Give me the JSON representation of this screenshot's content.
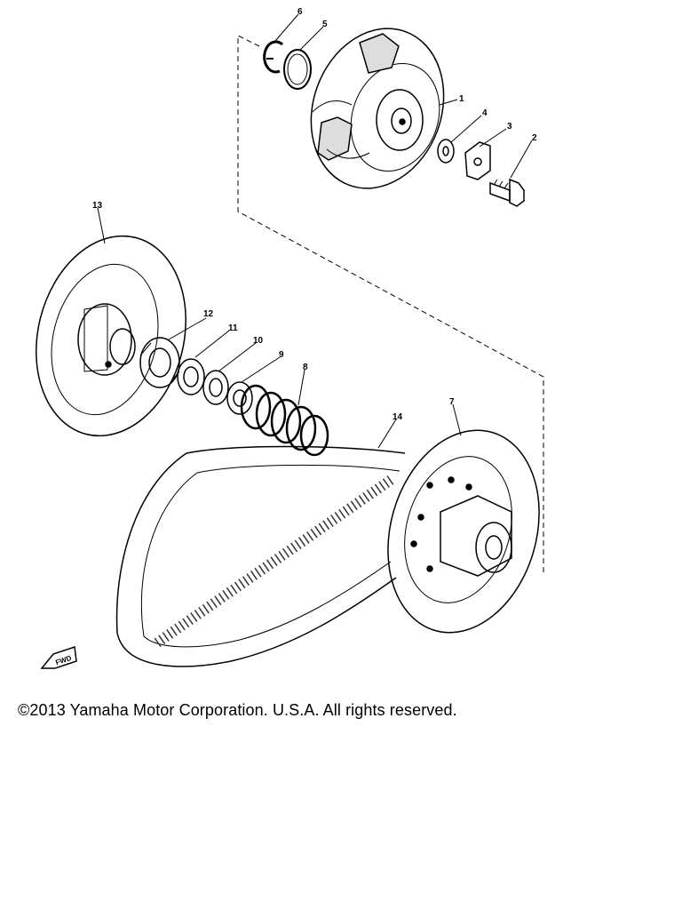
{
  "callouts": [
    "1",
    "2",
    "3",
    "4",
    "5",
    "6",
    "7",
    "8",
    "9",
    "10",
    "11",
    "12",
    "13",
    "14"
  ],
  "fwd_label": "FWD",
  "copyright": "©2013 Yamaha Motor Corporation. U.S.A. All rights reserved."
}
